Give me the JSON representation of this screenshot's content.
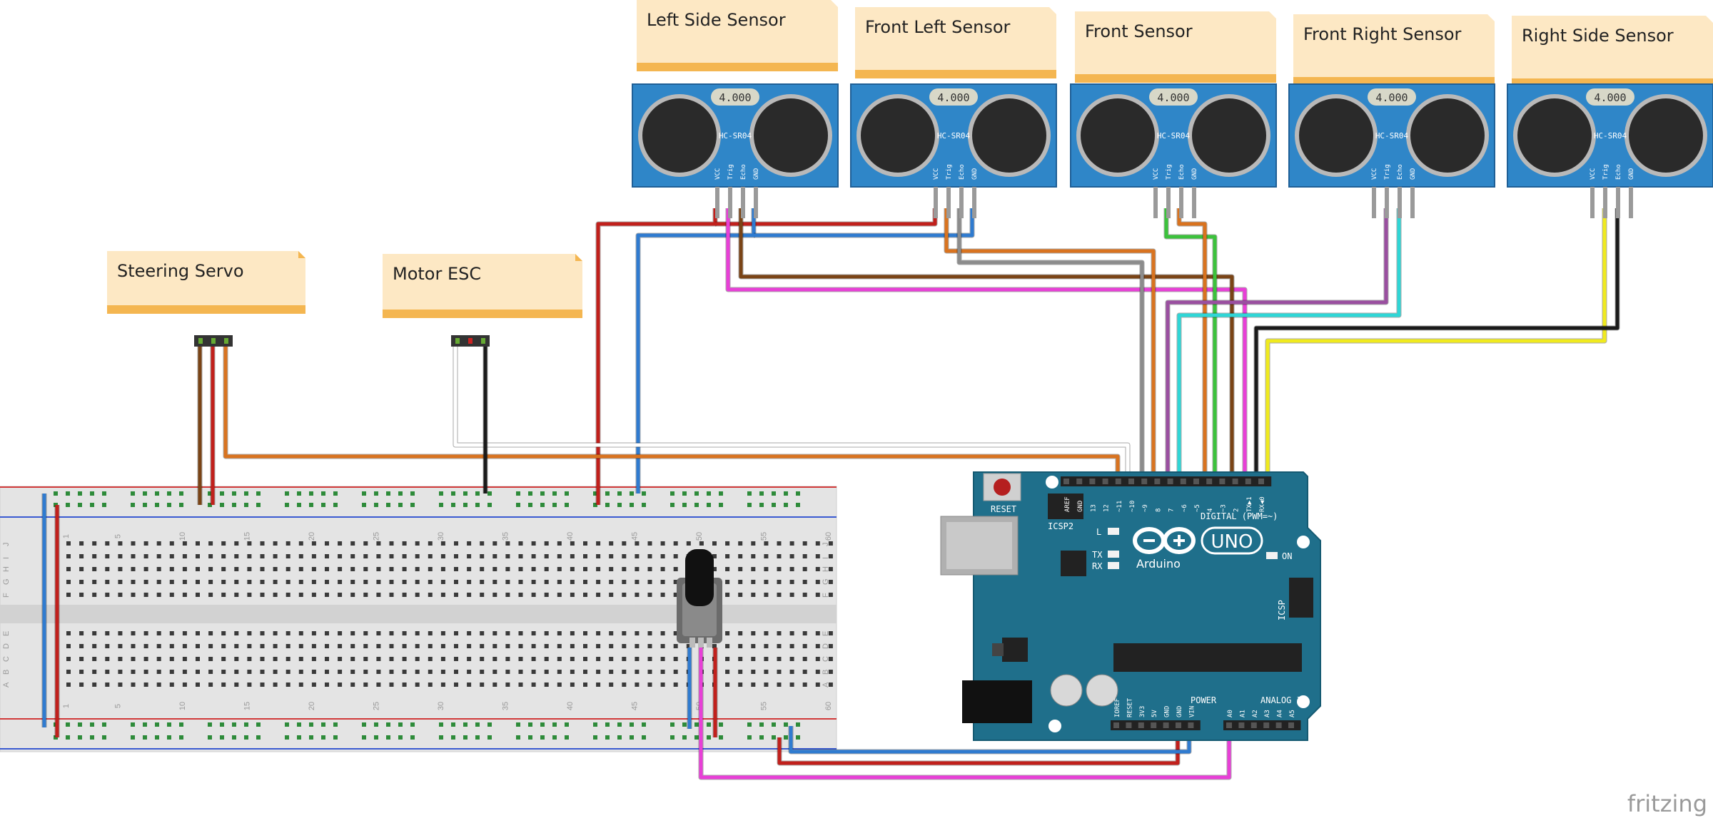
{
  "sensors": [
    {
      "label": "Left Side Sensor"
    },
    {
      "label": "Front Left Sensor"
    },
    {
      "label": "Front Sensor"
    },
    {
      "label": "Front Right Sensor"
    },
    {
      "label": "Right Side Sensor"
    }
  ],
  "sensor_part": {
    "model": "HC-SR04",
    "display": "4.000",
    "pins": [
      "VCC",
      "Trig",
      "Echo",
      "GND"
    ]
  },
  "servo": {
    "label": "Steering Servo"
  },
  "esc": {
    "label": "Motor ESC"
  },
  "arduino": {
    "brand": "Arduino",
    "badge": "UNO",
    "reset": "RESET",
    "icsp": "ICSP",
    "icsp2": "ICSP2",
    "on": "ON",
    "l": "L",
    "tx": "TX",
    "rx": "RX",
    "digital_label": "DIGITAL (PWM=~)",
    "power_label": "POWER",
    "analog_label": "ANALOG IN",
    "digital_pins": [
      "AREF",
      "GND",
      "13",
      "12",
      "~11",
      "~10",
      "~9",
      "8",
      "7",
      "~6",
      "~5",
      "4",
      "~3",
      "2",
      "TX▶1",
      "RX◀0"
    ],
    "power_pins": [
      "IOREF",
      "RESET",
      "3V3",
      "5V",
      "GND",
      "GND",
      "VIN"
    ],
    "analog_pins": [
      "A0",
      "A1",
      "A2",
      "A3",
      "A4",
      "A5"
    ]
  },
  "breadboard": {
    "col_numbers": [
      "1",
      "5",
      "10",
      "15",
      "20",
      "25",
      "30",
      "35",
      "40",
      "45",
      "50",
      "55",
      "60"
    ],
    "row_letters_top": [
      "J",
      "I",
      "H",
      "G",
      "F"
    ],
    "row_letters_bottom": [
      "E",
      "D",
      "C",
      "B",
      "A"
    ]
  },
  "watermark": "fritzing",
  "colors": {
    "red": "#c1201c",
    "blue": "#2f7bd0",
    "orange": "#d9731f",
    "brown": "#7a4416",
    "gray": "#8c8c8c",
    "lightgray": "#bdbdbd",
    "pink": "#e83fd7",
    "green": "#3cc23c",
    "purple": "#9a4fa0",
    "cyan": "#2fd6d6",
    "yellow": "#f0ea1e",
    "black": "#1a1a1a",
    "sensor_blue": "#2f86c8",
    "board_teal": "#1f6f8b"
  }
}
